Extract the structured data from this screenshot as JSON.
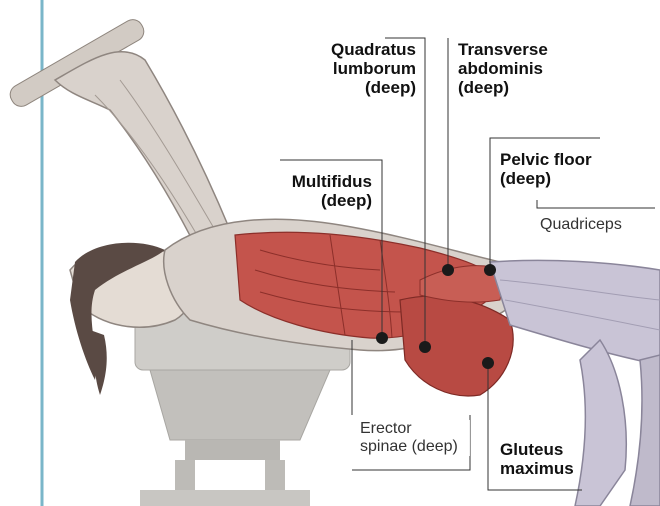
{
  "labels": {
    "quadratus_lumborum": "Quadratus\nlumborum\n(deep)",
    "transverse_abdominis": "Transverse\nabdominis\n(deep)",
    "pelvic_floor": "Pelvic floor\n(deep)",
    "multifidus": "Multifidus\n(deep)",
    "quadriceps": "Quadriceps",
    "erector_spinae": "Erector\nspinae (deep)",
    "gluteus_maximus": "Gluteus\nmaximus"
  },
  "colors": {
    "muscle_highlight": "#c4544c",
    "muscle_light": "#d9d2cc",
    "leg_muscle": "#c9c4d6",
    "bench": "#c9c7c3",
    "hair": "#5a4a44",
    "frame_line": "#7ab6c9",
    "text": "#111111"
  }
}
